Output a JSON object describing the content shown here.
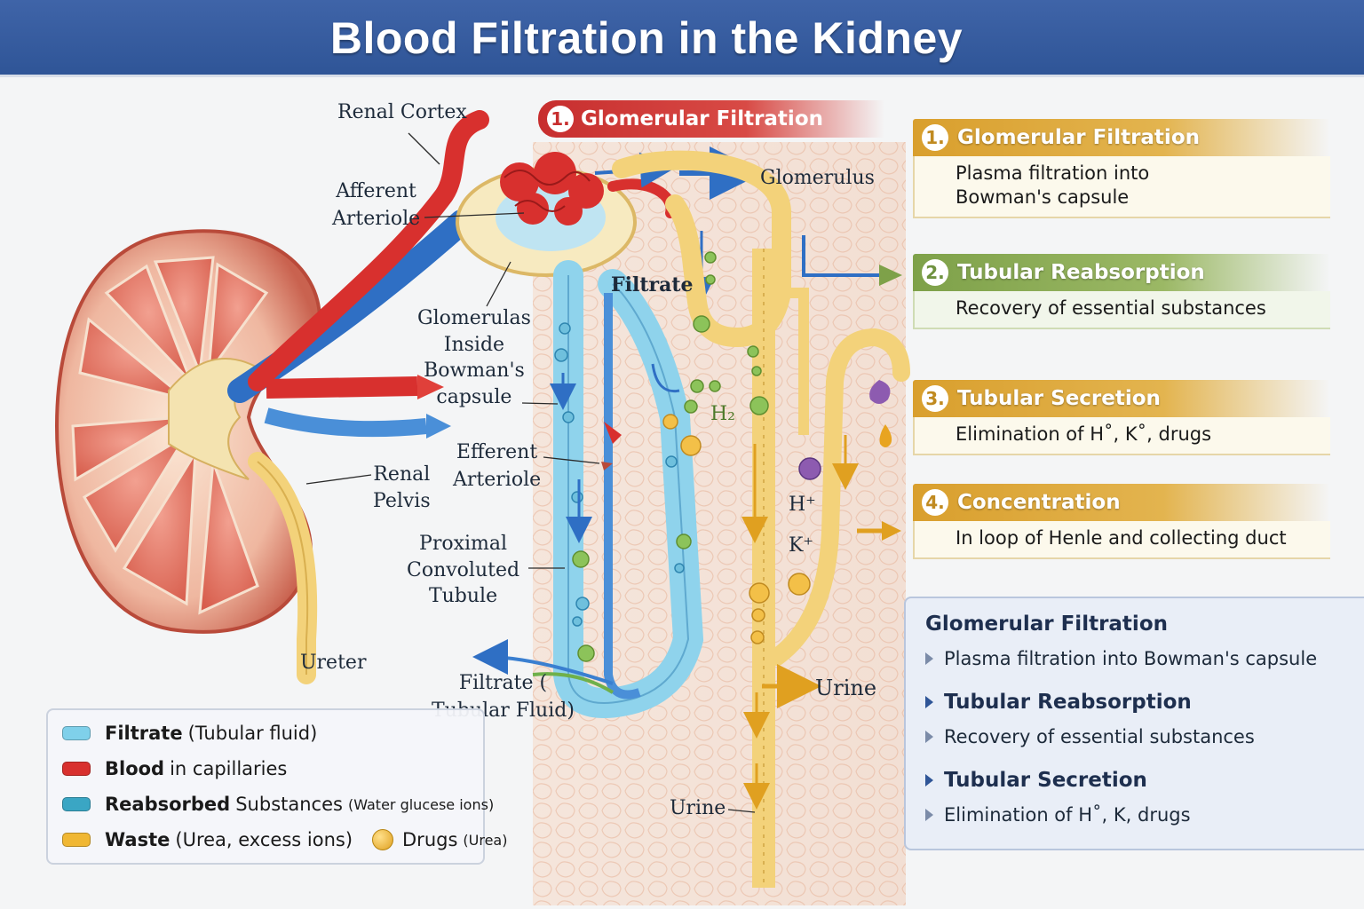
{
  "title": "Blood Filtration in the Kidney",
  "diagram_labels": {
    "renal_cortex": "Renal Cortex",
    "afferent_arteriole": "Afferent\nArteriole",
    "glomerulus": "Glomerulus",
    "filtrate": "Filtrate",
    "glomerulas_inside": "Glomerulas\nInside\nBowman's\ncapsule",
    "efferent_arteriole": "Efferent\nArteriole",
    "renal_pelvis": "Renal\nPelvis",
    "proximal_tubule": "Proximal\nConvoluted\nTubule",
    "ureter": "Ureter",
    "filtrate_tubular": "Filtrate (\nTubular Fluid)",
    "urine_right": "Urine",
    "urine_bottom": "Urine",
    "h2": "H₂",
    "h_plus": "H⁺",
    "k_plus": "K⁺"
  },
  "flag": {
    "number": "1.",
    "label": "Glomerular Filtration"
  },
  "steps": [
    {
      "number": "1.",
      "title": "Glomerular Filtration",
      "body": "Plasma filtration into\nBowman's capsule"
    },
    {
      "number": "2.",
      "title": "Tubular Reabsorption",
      "body": "Recovery of essential substances"
    },
    {
      "number": "3.",
      "title": "Tubular Secretion",
      "body": "Elimination of H˚, K˚, drugs"
    },
    {
      "number": "4.",
      "title": "Concentration",
      "body": "In loop of Henle and collecting duct"
    }
  ],
  "summary": {
    "heading": "Glomerular Filtration",
    "rows": [
      "Plasma filtration into Bowman's capsule",
      "Tubular Reabsorption",
      "Recovery of essential substances",
      "Tubular Secretion",
      "Elimination of H˚, K, drugs"
    ]
  },
  "legend": {
    "filtrate": {
      "bold": "Filtrate",
      "rest": "(Tubular fluid)",
      "color": "#7fd0ea"
    },
    "blood": {
      "bold": "Blood",
      "rest": "in capillaries",
      "color": "#d8302e"
    },
    "reabsorbed": {
      "bold": "Reabsorbed",
      "rest": "Substances",
      "small": "(Water glucese ions)",
      "color": "#3aa6c4"
    },
    "waste": {
      "bold": "Waste",
      "rest": "(Urea, excess ions)",
      "color": "#f0b733"
    },
    "drugs": {
      "label": "Drugs",
      "small": "(Urea)"
    }
  },
  "colors": {
    "title_bar": "#2f5597",
    "blood": "#d8302e",
    "vein": "#2f6fc4",
    "tubule_yellow": "#f3d27a",
    "filtrate_blue": "#8fd3ec",
    "step_gold": "#d99f2d",
    "step_green": "#7ea149"
  },
  "icons": [
    "arrow-icon",
    "kidney-icon",
    "droplet-icon",
    "molecule-icon"
  ]
}
